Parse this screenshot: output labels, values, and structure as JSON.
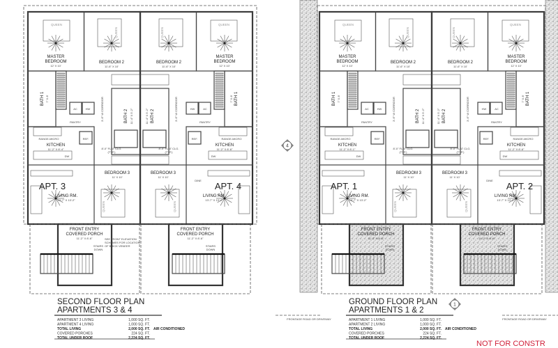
{
  "plans": [
    {
      "id": "second",
      "title": "SECOND FLOOR PLAN",
      "subtitle": "APARTMENTS 3 & 4",
      "area_table": [
        {
          "label": "APARTMENT 3 LIVING",
          "value": "1,000 SQ. FT.",
          "note": ""
        },
        {
          "label": "APARTMENT 4 LIVING",
          "value": "1,000 SQ. FT.",
          "note": ""
        },
        {
          "label": "TOTAL LIVING",
          "value": "2,000 SQ. FT.",
          "note": "AIR CONDITIONED"
        },
        {
          "label": "COVERED PORCHES",
          "value": "224 SQ. FT.",
          "note": ""
        },
        {
          "label": "TOTAL UNDER ROOF",
          "value": "2,224 SQ. FT.",
          "note": ""
        }
      ],
      "note": [
        "SEE FRONT ELEVATION",
        "SCHEMES FOR LOCATION",
        "OF BRICK VENEER"
      ],
      "apartments": [
        {
          "name": "APT. 3",
          "kitchen_dim": "11'-2\" X 8'-4\"",
          "dine": ""
        },
        {
          "name": "APT. 4",
          "kitchen_dim": "11'-2\" X 8'-6\"",
          "dine": "DINE"
        }
      ]
    },
    {
      "id": "ground",
      "title": "GROUND FLOOR PLAN",
      "subtitle": "APARTMENTS 1 & 2",
      "area_table": [
        {
          "label": "APARTMENT 1 LIVING",
          "value": "1,000 SQ. FT.",
          "note": ""
        },
        {
          "label": "APARTMENT 2 LIVING",
          "value": "1,000 SQ. FT.",
          "note": ""
        },
        {
          "label": "TOTAL LIVING",
          "value": "2,000 SQ. FT.",
          "note": "AIR CONDITIONED"
        },
        {
          "label": "COVERED PORCHES",
          "value": "224 SQ. FT.",
          "note": ""
        },
        {
          "label": "TOTAL UNDER ROOF",
          "value": "2,224 SQ. FT.",
          "note": ""
        }
      ],
      "apartments": [
        {
          "name": "APT. 1",
          "kitchen_dim": "11'-2\" X 8'-1\"",
          "dine": ""
        },
        {
          "name": "APT. 2",
          "kitchen_dim": "11'-2\" X 8'-6\"",
          "dine": "DINE"
        }
      ],
      "frontage_left": "FRONTAGE ROAD OR DRIVEWAY",
      "frontage_right": "FRONTAGE ROAD OR DRIVEWAY"
    }
  ],
  "rooms": {
    "master_bedroom": [
      "MASTER",
      "BEDROOM"
    ],
    "master_dim": "12' X 10'",
    "bedroom2": "BEDROOM 2",
    "bedroom2_dim": "11'-6\" X 10'",
    "bath1": "BATH 1",
    "bath1_dim": "7' X 8'",
    "bath2": "BATH 2",
    "bath2_dim": "11'-4\" X 5'-2\"",
    "kitchen": "KITCHEN",
    "range": "RANGE-MICRO",
    "ref": "REF.",
    "dw": "DW",
    "ac": "AC",
    "hw": "HW",
    "pantry": "PANTRY",
    "corridor": "3'-6\" W CORRIDOR",
    "flat_clg": [
      "8'-0\" FLAT CLG.",
      "(TYP.)"
    ],
    "living": "LIVING RM.",
    "living_dim": "13'-7\" X 13'-2\"",
    "bedroom3": "BEDROOM 3",
    "bedroom3_dim": "11' X 10'",
    "queen": "QUEEN",
    "porch": [
      "FRONT ENTRY",
      "COVERED PORCH"
    ],
    "porch_dim": "11'-2\" X 8'-6\"",
    "stairs": [
      "STAIRS",
      "DOWN"
    ]
  },
  "markers": {
    "section_left": "4",
    "section_bottom": "1"
  },
  "watermark": "NOT FOR CONSTR",
  "colors": {
    "line": "#333333",
    "warning": "#d0213a",
    "stipple": "#9a9a9a"
  }
}
